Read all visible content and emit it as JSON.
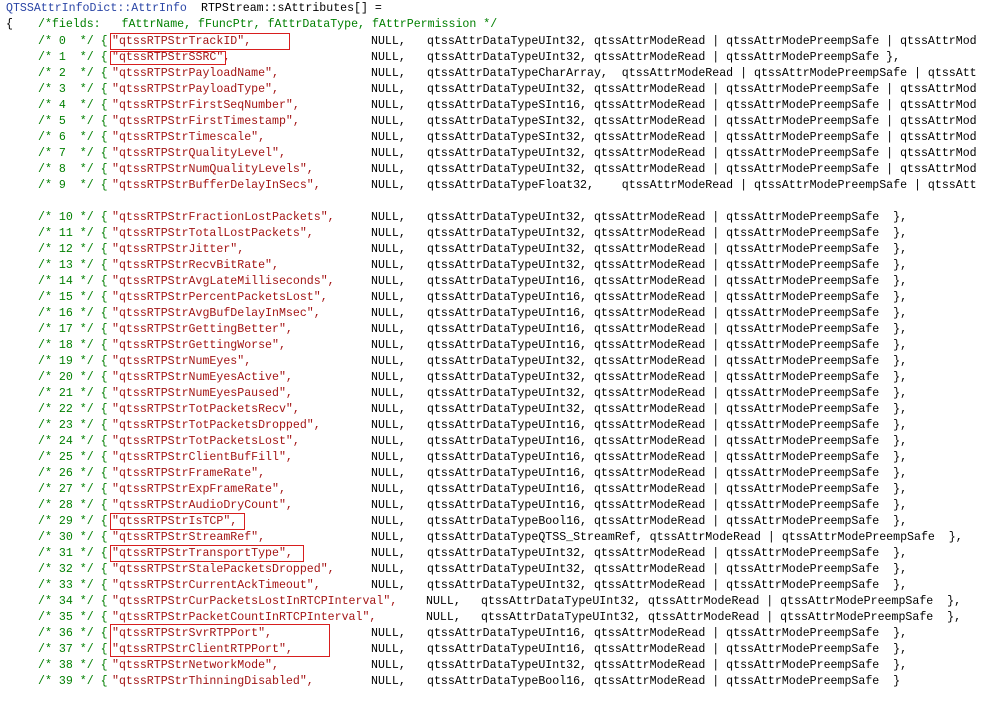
{
  "header": {
    "type_name": "QTSSAttrInfoDict::AttrInfo",
    "var_name": "RTPStream::sAttributes[] =",
    "brace_open": "{",
    "comment": "/*fields:   fAttrName, fFuncPtr, fAttrDataType, fAttrPermission */"
  },
  "rows": [
    {
      "idx": "/* 0  */ {",
      "name": "\"qtssRTPStrTrackID\",",
      "fp": "NULL,",
      "rest": "qtssAttrDataTypeUInt32, qtssAttrModeRead | qtssAttrModePreempSafe | qtssAttrMod"
    },
    {
      "idx": "/* 1  */ {",
      "name": "\"qtssRTPStrSSRC\",",
      "fp": "NULL,",
      "rest": "qtssAttrDataTypeUInt32, qtssAttrModeRead | qtssAttrModePreempSafe },"
    },
    {
      "idx": "/* 2  */ {",
      "name": "\"qtssRTPStrPayloadName\",",
      "fp": "NULL,",
      "rest": "qtssAttrDataTypeCharArray,  qtssAttrModeRead | qtssAttrModePreempSafe | qtssAtt"
    },
    {
      "idx": "/* 3  */ {",
      "name": "\"qtssRTPStrPayloadType\",",
      "fp": "NULL,",
      "rest": "qtssAttrDataTypeUInt32, qtssAttrModeRead | qtssAttrModePreempSafe | qtssAttrMod"
    },
    {
      "idx": "/* 4  */ {",
      "name": "\"qtssRTPStrFirstSeqNumber\",",
      "fp": "NULL,",
      "rest": "qtssAttrDataTypeSInt16, qtssAttrModeRead | qtssAttrModePreempSafe | qtssAttrMod"
    },
    {
      "idx": "/* 5  */ {",
      "name": "\"qtssRTPStrFirstTimestamp\",",
      "fp": "NULL,",
      "rest": "qtssAttrDataTypeSInt32, qtssAttrModeRead | qtssAttrModePreempSafe | qtssAttrMod"
    },
    {
      "idx": "/* 6  */ {",
      "name": "\"qtssRTPStrTimescale\",",
      "fp": "NULL,",
      "rest": "qtssAttrDataTypeSInt32, qtssAttrModeRead | qtssAttrModePreempSafe | qtssAttrMod"
    },
    {
      "idx": "/* 7  */ {",
      "name": "\"qtssRTPStrQualityLevel\",",
      "fp": "NULL,",
      "rest": "qtssAttrDataTypeUInt32, qtssAttrModeRead | qtssAttrModePreempSafe | qtssAttrMod"
    },
    {
      "idx": "/* 8  */ {",
      "name": "\"qtssRTPStrNumQualityLevels\",",
      "fp": "NULL,",
      "rest": "qtssAttrDataTypeUInt32, qtssAttrModeRead | qtssAttrModePreempSafe | qtssAttrMod"
    },
    {
      "idx": "/* 9  */ {",
      "name": "\"qtssRTPStrBufferDelayInSecs\",",
      "fp": "NULL,",
      "rest": "qtssAttrDataTypeFloat32,    qtssAttrModeRead | qtssAttrModePreempSafe | qtssAtt"
    },
    {
      "idx": "/* 10 */ {",
      "name": "\"qtssRTPStrFractionLostPackets\",",
      "fp": "NULL,",
      "rest": "qtssAttrDataTypeUInt32, qtssAttrModeRead | qtssAttrModePreempSafe  },"
    },
    {
      "idx": "/* 11 */ {",
      "name": "\"qtssRTPStrTotalLostPackets\",",
      "fp": "NULL,",
      "rest": "qtssAttrDataTypeUInt32, qtssAttrModeRead | qtssAttrModePreempSafe  },"
    },
    {
      "idx": "/* 12 */ {",
      "name": "\"qtssRTPStrJitter\",",
      "fp": "NULL,",
      "rest": "qtssAttrDataTypeUInt32, qtssAttrModeRead | qtssAttrModePreempSafe  },"
    },
    {
      "idx": "/* 13 */ {",
      "name": "\"qtssRTPStrRecvBitRate\",",
      "fp": "NULL,",
      "rest": "qtssAttrDataTypeUInt32, qtssAttrModeRead | qtssAttrModePreempSafe  },"
    },
    {
      "idx": "/* 14 */ {",
      "name": "\"qtssRTPStrAvgLateMilliseconds\",",
      "fp": "NULL,",
      "rest": "qtssAttrDataTypeUInt16, qtssAttrModeRead | qtssAttrModePreempSafe  },"
    },
    {
      "idx": "/* 15 */ {",
      "name": "\"qtssRTPStrPercentPacketsLost\",",
      "fp": "NULL,",
      "rest": "qtssAttrDataTypeUInt16, qtssAttrModeRead | qtssAttrModePreempSafe  },"
    },
    {
      "idx": "/* 16 */ {",
      "name": "\"qtssRTPStrAvgBufDelayInMsec\",",
      "fp": "NULL,",
      "rest": "qtssAttrDataTypeUInt16, qtssAttrModeRead | qtssAttrModePreempSafe  },"
    },
    {
      "idx": "/* 17 */ {",
      "name": "\"qtssRTPStrGettingBetter\",",
      "fp": "NULL,",
      "rest": "qtssAttrDataTypeUInt16, qtssAttrModeRead | qtssAttrModePreempSafe  },"
    },
    {
      "idx": "/* 18 */ {",
      "name": "\"qtssRTPStrGettingWorse\",",
      "fp": "NULL,",
      "rest": "qtssAttrDataTypeUInt16, qtssAttrModeRead | qtssAttrModePreempSafe  },"
    },
    {
      "idx": "/* 19 */ {",
      "name": "\"qtssRTPStrNumEyes\",",
      "fp": "NULL,",
      "rest": "qtssAttrDataTypeUInt32, qtssAttrModeRead | qtssAttrModePreempSafe  },"
    },
    {
      "idx": "/* 20 */ {",
      "name": "\"qtssRTPStrNumEyesActive\",",
      "fp": "NULL,",
      "rest": "qtssAttrDataTypeUInt32, qtssAttrModeRead | qtssAttrModePreempSafe  },"
    },
    {
      "idx": "/* 21 */ {",
      "name": "\"qtssRTPStrNumEyesPaused\",",
      "fp": "NULL,",
      "rest": "qtssAttrDataTypeUInt32, qtssAttrModeRead | qtssAttrModePreempSafe  },"
    },
    {
      "idx": "/* 22 */ {",
      "name": "\"qtssRTPStrTotPacketsRecv\",",
      "fp": "NULL,",
      "rest": "qtssAttrDataTypeUInt32, qtssAttrModeRead | qtssAttrModePreempSafe  },"
    },
    {
      "idx": "/* 23 */ {",
      "name": "\"qtssRTPStrTotPacketsDropped\",",
      "fp": "NULL,",
      "rest": "qtssAttrDataTypeUInt16, qtssAttrModeRead | qtssAttrModePreempSafe  },"
    },
    {
      "idx": "/* 24 */ {",
      "name": "\"qtssRTPStrTotPacketsLost\",",
      "fp": "NULL,",
      "rest": "qtssAttrDataTypeUInt16, qtssAttrModeRead | qtssAttrModePreempSafe  },"
    },
    {
      "idx": "/* 25 */ {",
      "name": "\"qtssRTPStrClientBufFill\",",
      "fp": "NULL,",
      "rest": "qtssAttrDataTypeUInt16, qtssAttrModeRead | qtssAttrModePreempSafe  },"
    },
    {
      "idx": "/* 26 */ {",
      "name": "\"qtssRTPStrFrameRate\",",
      "fp": "NULL,",
      "rest": "qtssAttrDataTypeUInt16, qtssAttrModeRead | qtssAttrModePreempSafe  },"
    },
    {
      "idx": "/* 27 */ {",
      "name": "\"qtssRTPStrExpFrameRate\",",
      "fp": "NULL,",
      "rest": "qtssAttrDataTypeUInt16, qtssAttrModeRead | qtssAttrModePreempSafe  },"
    },
    {
      "idx": "/* 28 */ {",
      "name": "\"qtssRTPStrAudioDryCount\",",
      "fp": "NULL,",
      "rest": "qtssAttrDataTypeUInt16, qtssAttrModeRead | qtssAttrModePreempSafe  },"
    },
    {
      "idx": "/* 29 */ {",
      "name": "\"qtssRTPStrIsTCP\",",
      "fp": "NULL,",
      "rest": "qtssAttrDataTypeBool16, qtssAttrModeRead | qtssAttrModePreempSafe  },"
    },
    {
      "idx": "/* 30 */ {",
      "name": "\"qtssRTPStrStreamRef\",",
      "fp": "NULL,",
      "rest": "qtssAttrDataTypeQTSS_StreamRef, qtssAttrModeRead | qtssAttrModePreempSafe  },"
    },
    {
      "idx": "/* 31 */ {",
      "name": "\"qtssRTPStrTransportType\",",
      "fp": "NULL,",
      "rest": "qtssAttrDataTypeUInt32, qtssAttrModeRead | qtssAttrModePreempSafe  },"
    },
    {
      "idx": "/* 32 */ {",
      "name": "\"qtssRTPStrStalePacketsDropped\",",
      "fp": "NULL,",
      "rest": "qtssAttrDataTypeUInt32, qtssAttrModeRead | qtssAttrModePreempSafe  },"
    },
    {
      "idx": "/* 33 */ {",
      "name": "\"qtssRTPStrCurrentAckTimeout\",",
      "fp": "NULL,",
      "rest": "qtssAttrDataTypeUInt32, qtssAttrModeRead | qtssAttrModePreempSafe  },"
    },
    {
      "idx": "/* 34 */ {",
      "name": "\"qtssRTPStrCurPacketsLostInRTCPInterval\",",
      "fp": "NULL,",
      "rest": "qtssAttrDataTypeUInt32, qtssAttrModeRead | qtssAttrModePreempSafe  },"
    },
    {
      "idx": "/* 35 */ {",
      "name": "\"qtssRTPStrPacketCountInRTCPInterval\",",
      "fp": "NULL,",
      "rest": "qtssAttrDataTypeUInt32, qtssAttrModeRead | qtssAttrModePreempSafe  },"
    },
    {
      "idx": "/* 36 */ {",
      "name": "\"qtssRTPStrSvrRTPPort\",",
      "fp": "NULL,",
      "rest": "qtssAttrDataTypeUInt16, qtssAttrModeRead | qtssAttrModePreempSafe  },"
    },
    {
      "idx": "/* 37 */ {",
      "name": "\"qtssRTPStrClientRTPPort\",",
      "fp": "NULL,",
      "rest": "qtssAttrDataTypeUInt16, qtssAttrModeRead | qtssAttrModePreempSafe  },"
    },
    {
      "idx": "/* 38 */ {",
      "name": "\"qtssRTPStrNetworkMode\",",
      "fp": "NULL,",
      "rest": "qtssAttrDataTypeUInt32, qtssAttrModeRead | qtssAttrModePreempSafe  },"
    },
    {
      "idx": "/* 39 */ {",
      "name": "\"qtssRTPStrThinningDisabled\",",
      "fp": "NULL,",
      "rest": "qtssAttrDataTypeBool16, qtssAttrModeRead | qtssAttrModePreempSafe  }"
    }
  ],
  "highlighted_rows": [
    0,
    1,
    29,
    31,
    36,
    37
  ],
  "colors": {
    "keyword_blue": "#2b46a6",
    "comment_green": "#007f00",
    "string_red": "#a31515",
    "highlight_box": "#d81e1e"
  }
}
